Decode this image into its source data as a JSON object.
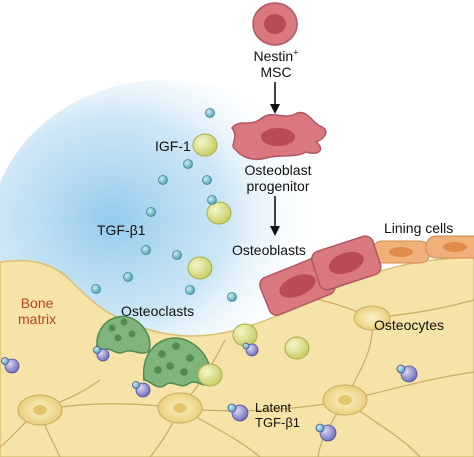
{
  "labels": {
    "nestin_main": "Nestin",
    "nestin_sup": "+",
    "msc": "MSC",
    "igf1": "IGF-1",
    "osteoblast_progenitor_line1": "Osteoblast",
    "osteoblast_progenitor_line2": "progenitor",
    "tgfb1": "TGF-β1",
    "osteoblasts": "Osteoblasts",
    "lining_cells": "Lining cells",
    "bone_matrix_line1": "Bone",
    "bone_matrix_line2": "matrix",
    "osteoclasts": "Osteoclasts",
    "osteocytes": "Osteocytes",
    "latent_tgfb1_line1": "Latent",
    "latent_tgfb1_line2": "TGF-β1"
  },
  "colors": {
    "bone_matrix": "#f6e3a8",
    "marrow_glow": "#b8dcf2",
    "cell_red": "#d9787f",
    "nucleus_red": "#b94b57",
    "lining_orange": "#f0b079",
    "osteoclast_green": "#7fb57c",
    "igf_yellow": "#d6dc7e",
    "tgf_teal": "#6fb8c9",
    "latent_purple": "#8f8ed0",
    "bone_label": "#b6451e"
  }
}
